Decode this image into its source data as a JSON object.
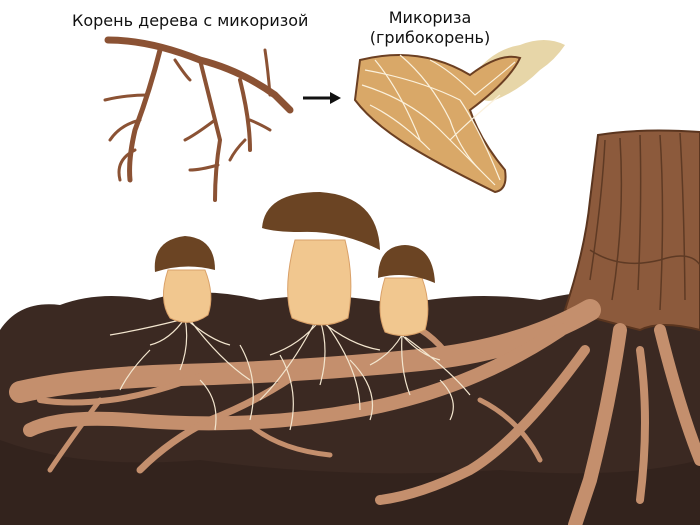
{
  "labels": {
    "tree_root": "Корень дерева с микоризой",
    "mycorrhiza_title": "Микориза",
    "mycorrhiza_subtitle": "(грибокорень)"
  },
  "colors": {
    "soil": "#3b2922",
    "root": "#c48f6d",
    "trunk": "#8c5a3c",
    "small_root": "#8b5234",
    "cap": "#6b4423",
    "stem": "#f1c78f",
    "mycelium": "#f3e6cf"
  }
}
